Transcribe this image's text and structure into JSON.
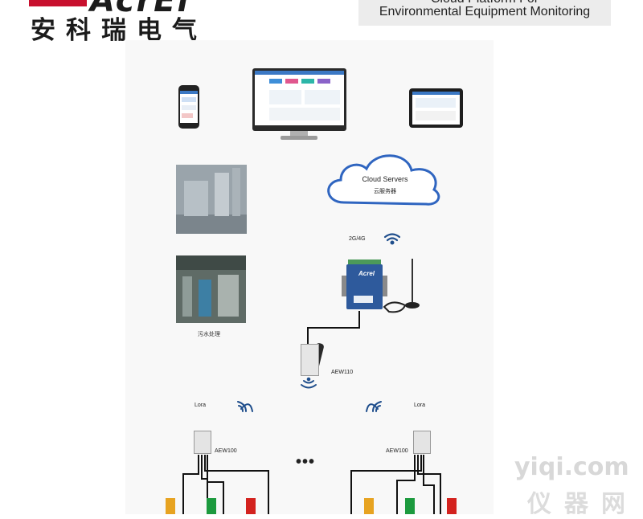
{
  "header": {
    "logo_latin": "AcrEl",
    "logo_chinese": "安科瑞电气",
    "title_line1": "Cloud Platform For",
    "title_line2": "Environmental  Equipment Monitoring"
  },
  "diagram": {
    "cloud_label": "Cloud Servers",
    "cloud_sublabel": "云服务器",
    "network_label": "2G/4G",
    "gateway_brand": "Acrel",
    "photo_caption": "污水处理",
    "aew110_label": "AEW110",
    "lora_left": "Lora",
    "lora_right": "Lora",
    "aew100_left": "AEW100",
    "aew100_right": "AEW100",
    "ellipsis": "•••"
  },
  "watermark": {
    "line1": "yiqi.com",
    "line2": "仪器网"
  },
  "colors": {
    "brand_red": "#c8102e",
    "cloud_blue": "#2f65c0",
    "gateway_blue": "#2e5a9c",
    "ct_yellow": "#e7a321",
    "ct_green": "#1c9a3e",
    "ct_red": "#d3221e"
  }
}
